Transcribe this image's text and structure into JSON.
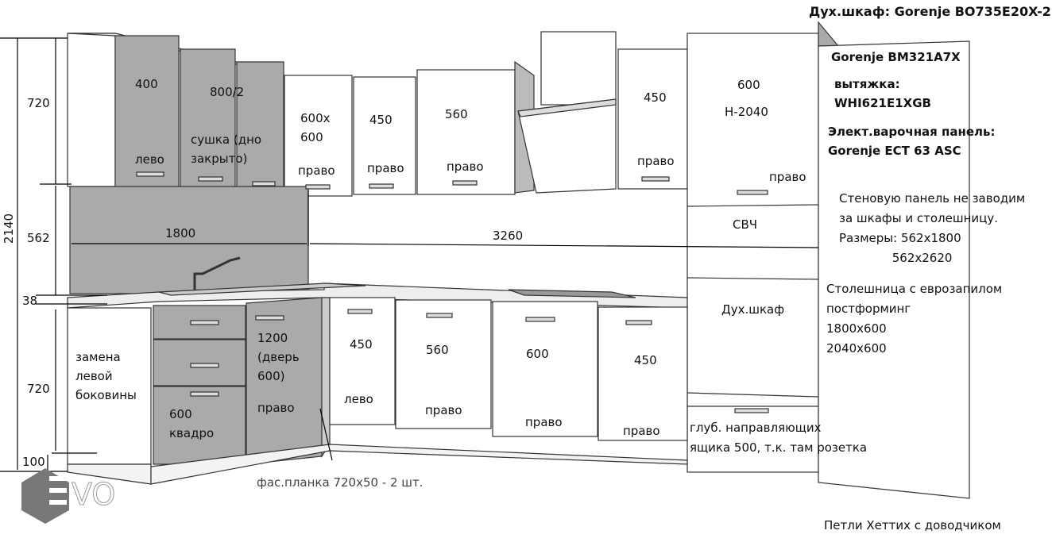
{
  "appliances": {
    "oven": "Дух.шкаф: Gorenje BO735E20X-2",
    "fridge": "Gorenje BM321A7X",
    "hood_label": "вытяжка:",
    "hood_model": "WHI621E1XGB",
    "hob_label": "Элект.варочная панель:",
    "hob_model": "Gorenje ECT 63 ASC"
  },
  "notes": {
    "wall_panel": "Стеновую панель не заводим\nза шкафы и столешницу.\nРазмеры: 562х1800\n              562х2620",
    "countertop": "Столешница с еврозапилом\nпостформинг\n1800х600\n2040х600",
    "drawer_depth": "глуб. направляющих\nящика 500, т.к. там розетка",
    "hinges": "Петли Хеттих с доводчиком",
    "facade_strip": "фас.планка 720х50 - 2 шт.",
    "side_replace": "замена\nлевой\nбоковины"
  },
  "dimensions": {
    "total_height": "2140",
    "upper_height": "720",
    "backsplash_height": "562",
    "countertop": "38",
    "lower_height": "720",
    "plinth": "100",
    "left_width": "1800",
    "right_width": "3260"
  },
  "upper_cabinets": [
    {
      "size": "400",
      "hinge": "лево"
    },
    {
      "size": "800/2",
      "note": "сушка (дно\nзакрыто)"
    },
    {
      "size": "600х\n600",
      "hinge": "право"
    },
    {
      "size": "450",
      "hinge": "право"
    },
    {
      "size": "560",
      "hinge": "право"
    },
    {
      "size": "450",
      "hinge": "право"
    }
  ],
  "tall_column": {
    "size": "600",
    "height": "H-2040",
    "hinge": "право",
    "microwave": "СВЧ",
    "oven": "Дух.шкаф"
  },
  "lower_cabinets": [
    {
      "size": "600\nквадро"
    },
    {
      "size": "1200\n(дверь\n600)",
      "hinge": "право"
    },
    {
      "size": "450",
      "hinge": "лево"
    },
    {
      "size": "560",
      "hinge": "право"
    },
    {
      "size": "600",
      "hinge": "право"
    },
    {
      "size": "450",
      "hinge": "право"
    }
  ],
  "logo": "EVO"
}
